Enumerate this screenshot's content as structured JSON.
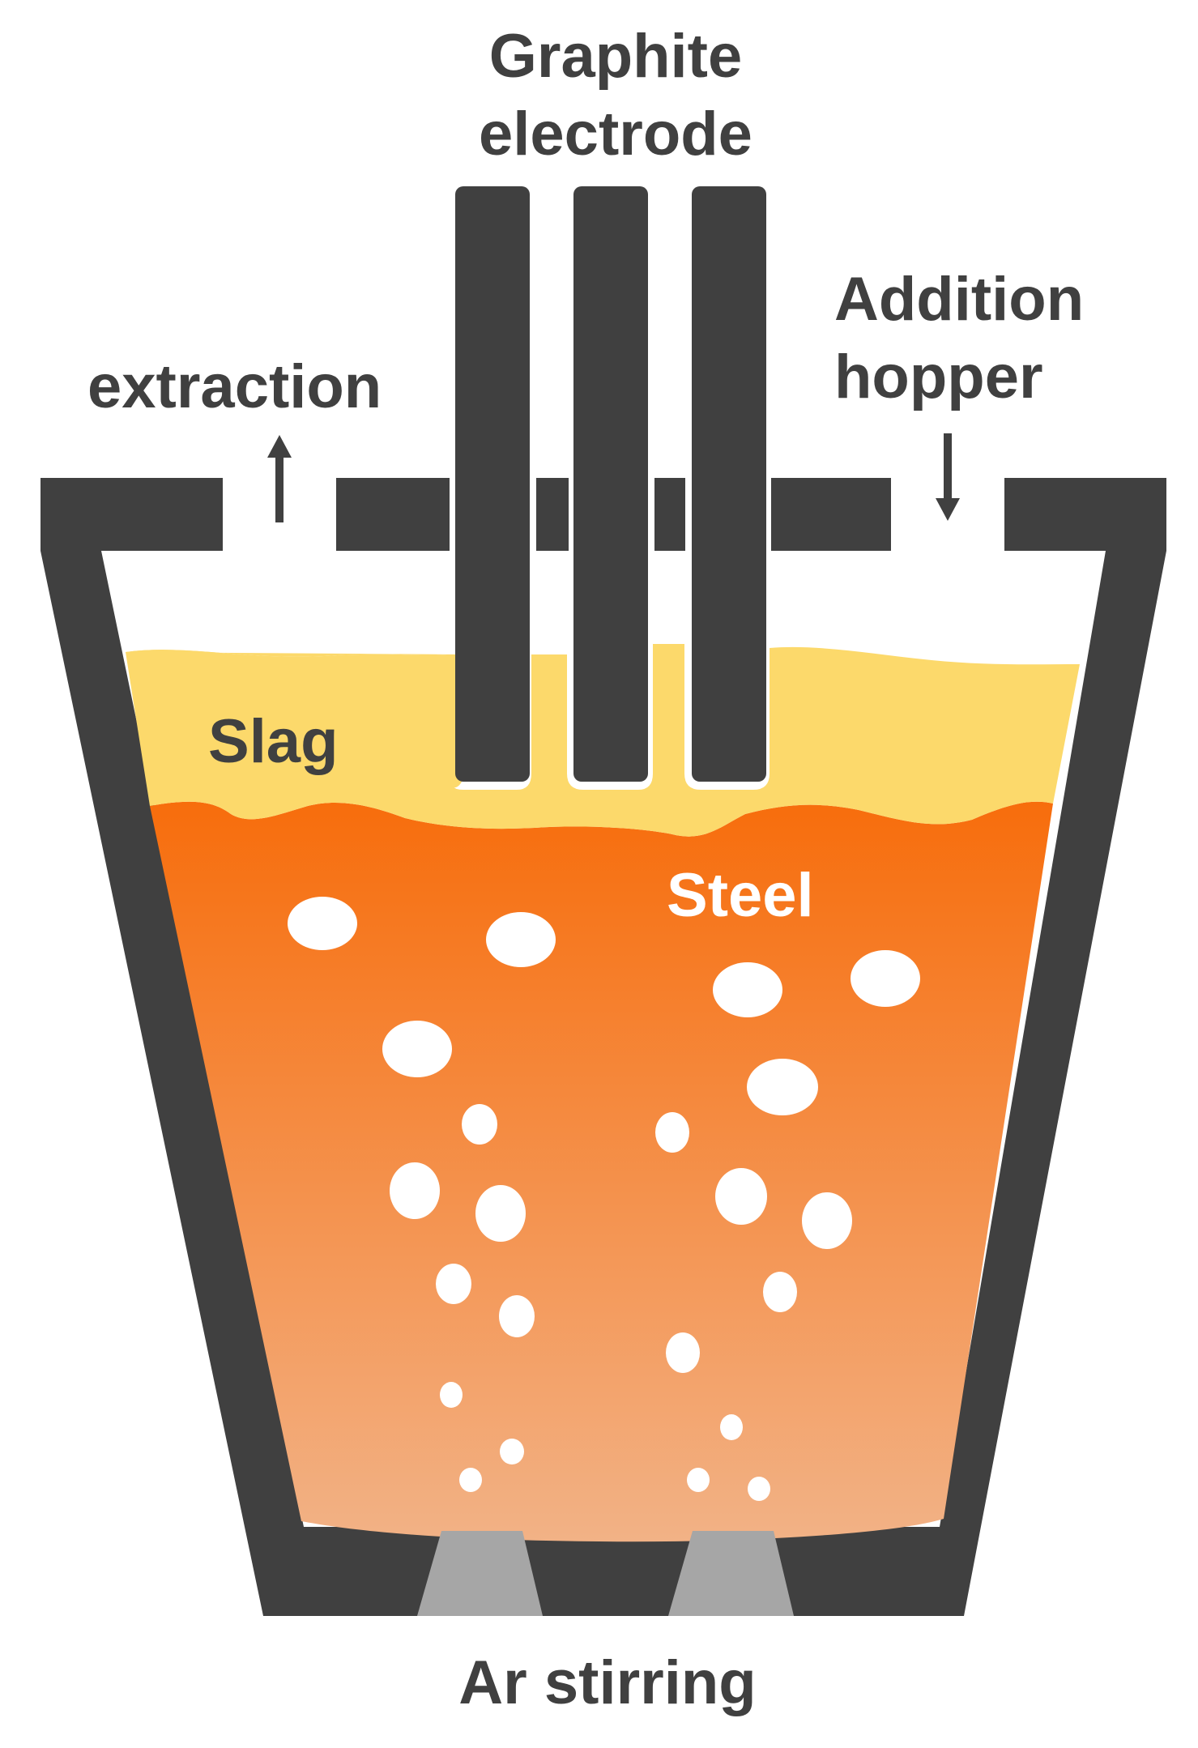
{
  "labels": {
    "graphite_line1": "Graphite",
    "graphite_line2": "electrode",
    "extraction": "extraction",
    "addition_line1": "Addition",
    "addition_line2": "hopper",
    "slag": "Slag",
    "steel": "Steel",
    "ar_stirring": "Ar stirring"
  },
  "colors": {
    "furnace_wall": "#404040",
    "slag": "#fcd96b",
    "steel_top": "#f76d0c",
    "steel_bottom": "#f2b286",
    "bubble": "#ffffff",
    "tuyere": "#a6a6a6",
    "text": "#404040",
    "steel_label": "#ffffff"
  },
  "electrode_count": 3,
  "argon_plug_count": 2
}
